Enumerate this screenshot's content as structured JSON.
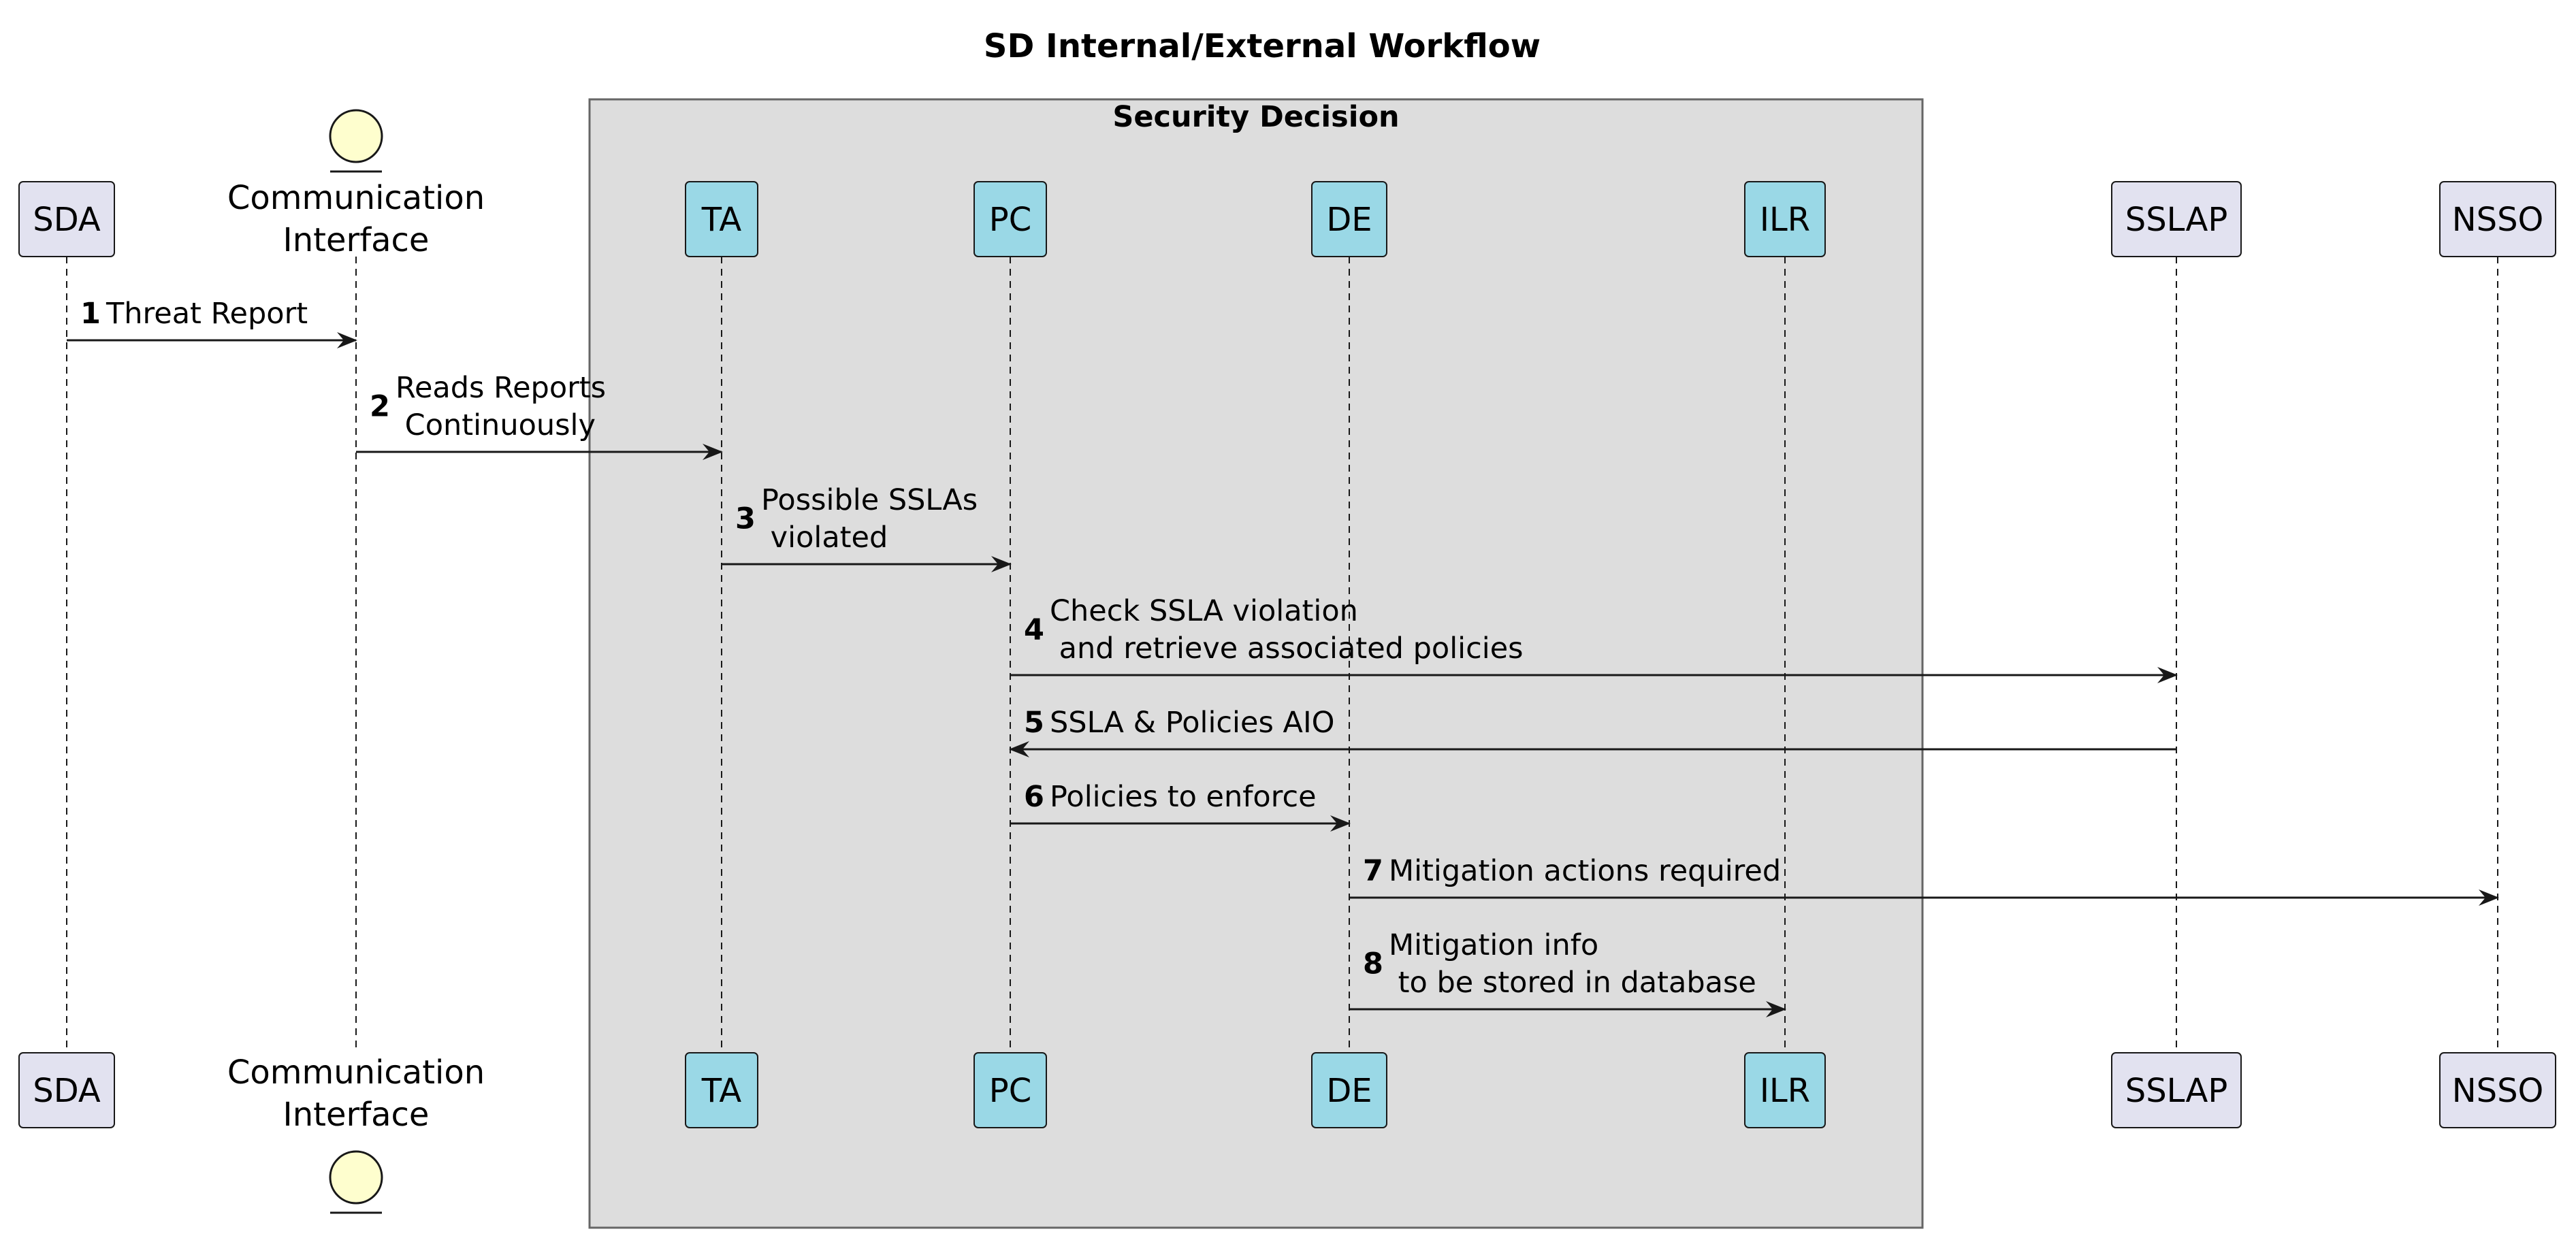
{
  "title": "SD Internal/External Workflow",
  "group": {
    "label": "Security Decision"
  },
  "colors": {
    "default_box": "#e2e2f0",
    "group_box": "#9ad8e6",
    "group_bg": "#dddddd",
    "entity": "#fefece"
  },
  "participants": [
    {
      "id": "sda",
      "label": "SDA",
      "kind": "box"
    },
    {
      "id": "ci",
      "label_lines": [
        "Communication",
        "Interface"
      ],
      "kind": "entity"
    },
    {
      "id": "ta",
      "label": "TA",
      "kind": "box",
      "in_group": true
    },
    {
      "id": "pc",
      "label": "PC",
      "kind": "box",
      "in_group": true
    },
    {
      "id": "de",
      "label": "DE",
      "kind": "box",
      "in_group": true
    },
    {
      "id": "ilr",
      "label": "ILR",
      "kind": "box",
      "in_group": true
    },
    {
      "id": "sslap",
      "label": "SSLAP",
      "kind": "box"
    },
    {
      "id": "nsso",
      "label": "NSSO",
      "kind": "box"
    }
  ],
  "messages": [
    {
      "num": "1",
      "from": "sda",
      "to": "ci",
      "lines": [
        "Threat Report"
      ]
    },
    {
      "num": "2",
      "from": "ci",
      "to": "ta",
      "lines": [
        "Reads Reports",
        " Continuously"
      ]
    },
    {
      "num": "3",
      "from": "ta",
      "to": "pc",
      "lines": [
        "Possible SSLAs",
        " violated"
      ]
    },
    {
      "num": "4",
      "from": "pc",
      "to": "sslap",
      "lines": [
        "Check SSLA violation",
        " and retrieve associated policies"
      ]
    },
    {
      "num": "5",
      "from": "sslap",
      "to": "pc",
      "lines": [
        "SSLA & Policies AIO"
      ]
    },
    {
      "num": "6",
      "from": "pc",
      "to": "de",
      "lines": [
        "Policies to enforce"
      ]
    },
    {
      "num": "7",
      "from": "de",
      "to": "nsso",
      "lines": [
        "Mitigation actions required"
      ]
    },
    {
      "num": "8",
      "from": "de",
      "to": "ilr",
      "lines": [
        "Mitigation info",
        " to be stored in database"
      ]
    }
  ]
}
